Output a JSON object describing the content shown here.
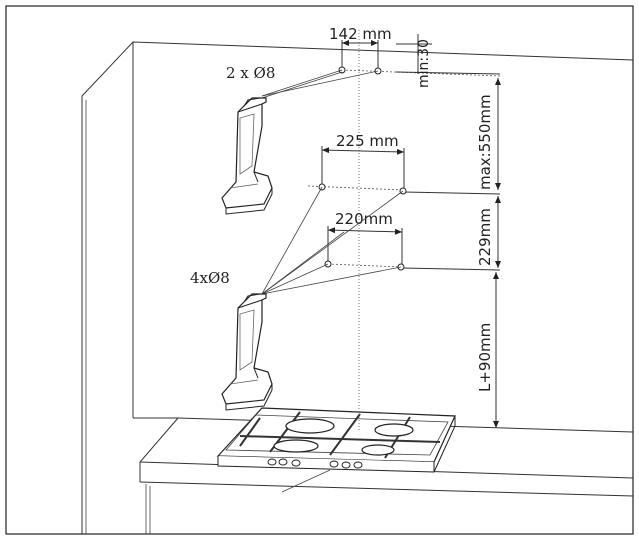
{
  "labels": {
    "top_width": "142 mm",
    "top_gap": "min:30",
    "top_holes": "2 x Ø8",
    "max_height": "max:550mm",
    "mid_width": "225 mm",
    "low_width": "220mm",
    "mid_gap": "229mm",
    "bottom_holes": "4xØ8",
    "height_above_hob": "L+90mm"
  },
  "icons": [
    "drill-icon",
    "hob-icon",
    "burner-icon",
    "knob-icon"
  ]
}
